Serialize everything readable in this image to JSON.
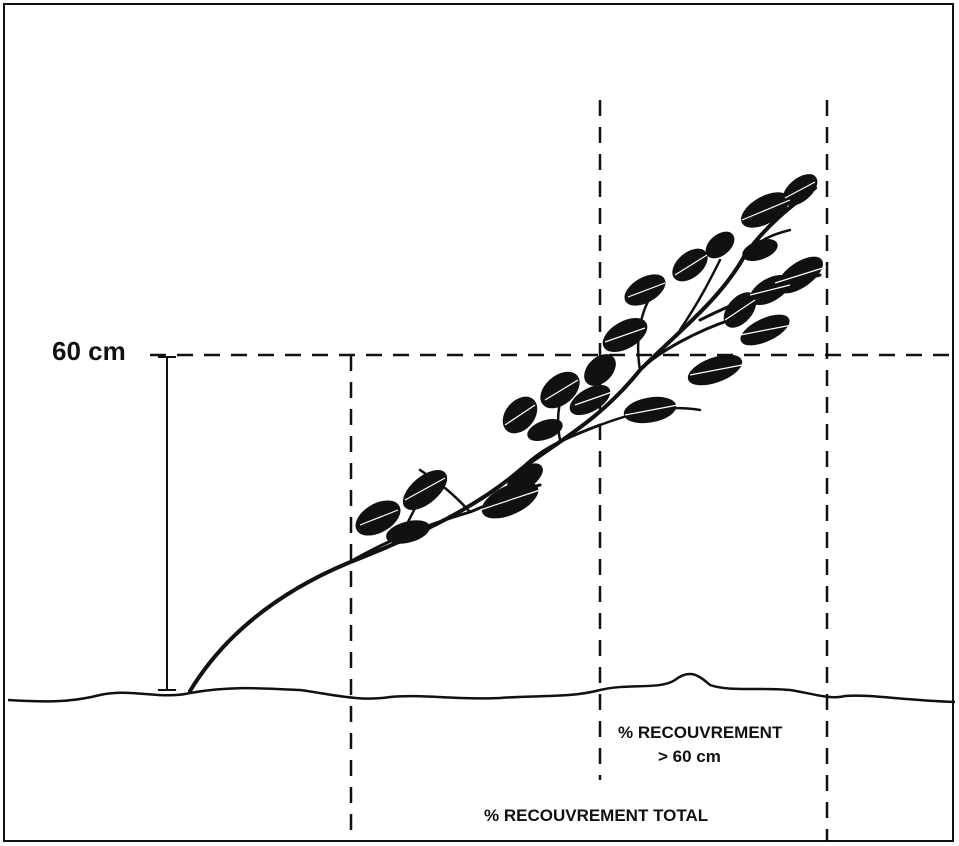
{
  "labels": {
    "height": "60 cm",
    "cover_above_line1": "% RECOUVREMENT",
    "cover_above_line2": "> 60 cm",
    "cover_total": "% RECOUVREMENT TOTAL"
  },
  "colors": {
    "ink": "#111111",
    "background": "#ffffff"
  }
}
